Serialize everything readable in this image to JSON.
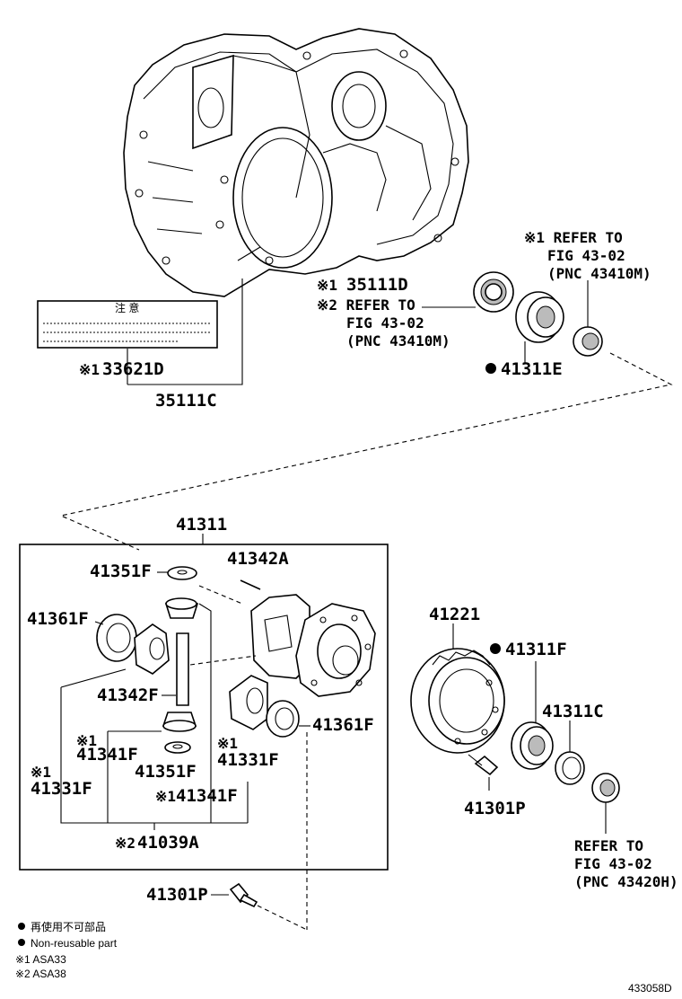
{
  "labels": {
    "refer_top_right": [
      "※1 REFER TO",
      "FIG 43-02",
      "(PNC 43410M)"
    ],
    "refer_mid": [
      "※2 REFER TO",
      "FIG 43-02",
      "(PNC 43410M)"
    ],
    "refer_bottom_right": [
      "REFER TO",
      "FIG 43-02",
      "(PNC 43420H)"
    ],
    "p35111D": "35111D",
    "p35111D_mark": "※1",
    "p41311E": "41311E",
    "p33621D": "33621D",
    "p33621D_mark": "※1",
    "p35111C": "35111C",
    "p41311": "41311",
    "p41351F_top": "41351F",
    "p41342A": "41342A",
    "p41361F_left": "41361F",
    "p41342F": "41342F",
    "p41341F_left": "41341F",
    "p41341F_left_mark": "※1",
    "p41351F_bottom": "41351F",
    "p41331F_left": "41331F",
    "p41331F_left_mark": "※1",
    "p41331F_center": "41331F",
    "p41331F_center_mark": "※1",
    "p41341F_bottom": "41341F",
    "p41341F_bottom_mark": "※1",
    "p41039A": "41039A",
    "p41039A_mark": "※2",
    "p41361F_right": "41361F",
    "p41221": "41221",
    "p41311F": "41311F",
    "p41311C": "41311C",
    "p41301P_right": "41301P",
    "p41301P_bottom": "41301P",
    "caution_title": "注 意"
  },
  "legend": {
    "jp": "再使用不可部品",
    "en": "Non-reusable part",
    "asa33": "※1 ASA33",
    "asa38": "※2 ASA38"
  },
  "figure_number": "433058D"
}
